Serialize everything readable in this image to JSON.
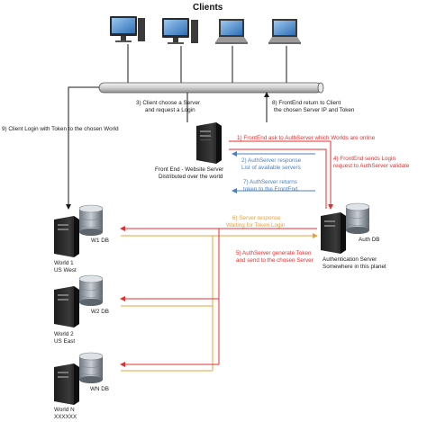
{
  "title": "Clients",
  "nodes": {
    "frontend": [
      "Front End - Website Server",
      "Distributed over the world"
    ],
    "auth_server": [
      "Authentication Server",
      "Somewhere in this planet"
    ],
    "auth_db": "Auth DB",
    "w1_db": "W1 DB",
    "w1_label": [
      "World 1",
      "US West"
    ],
    "w2_db": "W2 DB",
    "w2_label": [
      "World 2",
      "US East"
    ],
    "wn_db": "WN DB",
    "wn_label": [
      "World N",
      "XXXXXX"
    ]
  },
  "steps": {
    "s1": [
      "1) FrontEnd ask to AuthServer which Worlds are online"
    ],
    "s2": [
      "2) AuthServer response",
      "List of available servers"
    ],
    "s3": [
      "3) Client choose a Server",
      "and request a Login"
    ],
    "s4": [
      "4) FrontEnd sends Login",
      "request to AuthServer validate"
    ],
    "s5": [
      "5) AuthServer generate Token",
      "and send to the chosen Server"
    ],
    "s6": [
      "6) Server response",
      "Waiting for Token Login"
    ],
    "s7": [
      "7) AuthServer returns",
      "token to the FrontEnd"
    ],
    "s8": [
      "8) FrontEnd return to Client",
      "the chosen Server IP and Token"
    ],
    "s9": "9) Client Login with Token to the chosen World"
  },
  "colors": {
    "red": "#e03030",
    "blue": "#4a7fc0",
    "orange": "#e8a23a",
    "black": "#1a1a1a"
  }
}
